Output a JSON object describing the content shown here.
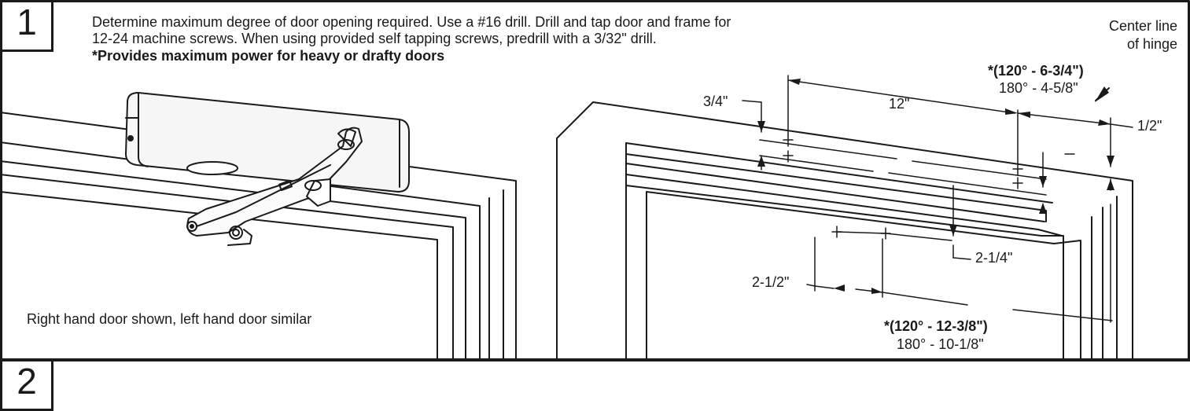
{
  "step1": {
    "number": "1",
    "line1": "Determine maximum degree of door opening required. Use a #16 drill. Drill and tap door and frame for",
    "line2": "12-24 machine screws. When using provided self tapping screws, predrill with a 3/32\" drill.",
    "note": "*Provides maximum power for heavy or drafty doors",
    "caption": "Right hand door shown, left hand door similar"
  },
  "step2": {
    "number": "2"
  },
  "dimensions": {
    "center_line_1": "Center line",
    "center_line_2": "of hinge",
    "top_120": "*(120° - 6-3/4\")",
    "top_180": "180° - 4-5/8\"",
    "d_3_4": "3/4\"",
    "d_12": "12\"",
    "d_1_2": "1/2\"",
    "d_2_1_4": "2-1/4\"",
    "d_2_1_2": "2-1/2\"",
    "bottom_120": "*(120° - 12-3/8\")",
    "bottom_180": "180° - 10-1/8\""
  }
}
